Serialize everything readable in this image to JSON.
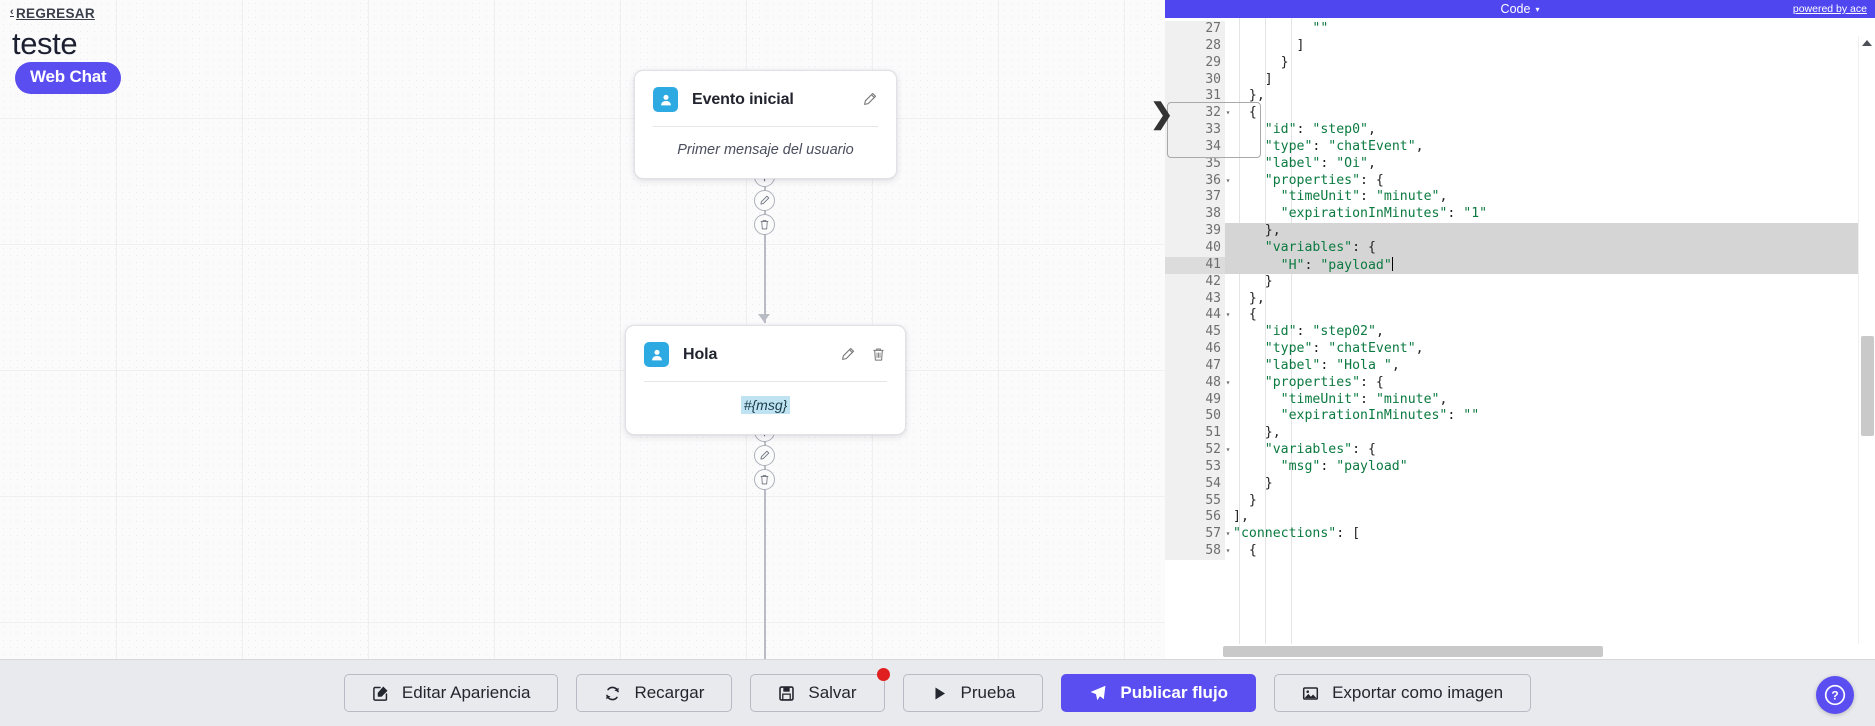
{
  "canvas": {
    "back_link": "REGRESAR",
    "back_caret": "‹",
    "flow_title": "teste",
    "channel_badge": "Web Chat"
  },
  "nodes": [
    {
      "title": "Evento inicial",
      "body": "Primer mensaje del usuario",
      "avatar_icon": "user-icon",
      "actions": [
        "edit-icon"
      ]
    },
    {
      "title": "Hola",
      "body": "#{msg}",
      "avatar_icon": "user-icon",
      "actions": [
        "edit-icon",
        "trash-icon"
      ]
    }
  ],
  "connector_buttons": [
    "plus-icon",
    "pencil-icon",
    "trash-icon"
  ],
  "code_panel": {
    "header_title": "Code",
    "header_caret": "▾",
    "powered_by": "powered by ace",
    "lines": [
      {
        "n": 27,
        "text": "          \"\"",
        "fold": false,
        "sel": false,
        "active": false
      },
      {
        "n": 28,
        "text": "        ]",
        "fold": false,
        "sel": false,
        "active": false
      },
      {
        "n": 29,
        "text": "      }",
        "fold": false,
        "sel": false,
        "active": false
      },
      {
        "n": 30,
        "text": "    ]",
        "fold": false,
        "sel": false,
        "active": false
      },
      {
        "n": 31,
        "text": "  },",
        "fold": false,
        "sel": false,
        "active": false
      },
      {
        "n": 32,
        "text": "  {",
        "fold": true,
        "sel": false,
        "active": false
      },
      {
        "n": 33,
        "text": "    \"id\": \"step0\",",
        "fold": false,
        "sel": false,
        "active": false
      },
      {
        "n": 34,
        "text": "    \"type\": \"chatEvent\",",
        "fold": false,
        "sel": false,
        "active": false
      },
      {
        "n": 35,
        "text": "    \"label\": \"Oi\",",
        "fold": false,
        "sel": false,
        "active": false
      },
      {
        "n": 36,
        "text": "    \"properties\": {",
        "fold": true,
        "sel": false,
        "active": false
      },
      {
        "n": 37,
        "text": "      \"timeUnit\": \"minute\",",
        "fold": false,
        "sel": false,
        "active": false
      },
      {
        "n": 38,
        "text": "      \"expirationInMinutes\": \"1\"",
        "fold": false,
        "sel": false,
        "active": false
      },
      {
        "n": 39,
        "text": "    },",
        "fold": false,
        "sel": true,
        "active": false
      },
      {
        "n": 40,
        "text": "    \"variables\": {",
        "fold": true,
        "sel": true,
        "active": false
      },
      {
        "n": 41,
        "text": "      \"H\": \"payload\"",
        "fold": false,
        "sel": true,
        "active": true,
        "caret": true
      },
      {
        "n": 42,
        "text": "    }",
        "fold": false,
        "sel": false,
        "active": false
      },
      {
        "n": 43,
        "text": "  },",
        "fold": false,
        "sel": false,
        "active": false
      },
      {
        "n": 44,
        "text": "  {",
        "fold": true,
        "sel": false,
        "active": false
      },
      {
        "n": 45,
        "text": "    \"id\": \"step02\",",
        "fold": false,
        "sel": false,
        "active": false
      },
      {
        "n": 46,
        "text": "    \"type\": \"chatEvent\",",
        "fold": false,
        "sel": false,
        "active": false
      },
      {
        "n": 47,
        "text": "    \"label\": \"Hola \",",
        "fold": false,
        "sel": false,
        "active": false
      },
      {
        "n": 48,
        "text": "    \"properties\": {",
        "fold": true,
        "sel": false,
        "active": false
      },
      {
        "n": 49,
        "text": "      \"timeUnit\": \"minute\",",
        "fold": false,
        "sel": false,
        "active": false
      },
      {
        "n": 50,
        "text": "      \"expirationInMinutes\": \"\"",
        "fold": false,
        "sel": false,
        "active": false
      },
      {
        "n": 51,
        "text": "    },",
        "fold": false,
        "sel": false,
        "active": false
      },
      {
        "n": 52,
        "text": "    \"variables\": {",
        "fold": true,
        "sel": false,
        "active": false
      },
      {
        "n": 53,
        "text": "      \"msg\": \"payload\"",
        "fold": false,
        "sel": false,
        "active": false
      },
      {
        "n": 54,
        "text": "    }",
        "fold": false,
        "sel": false,
        "active": false
      },
      {
        "n": 55,
        "text": "  }",
        "fold": false,
        "sel": false,
        "active": false
      },
      {
        "n": 56,
        "text": "],",
        "fold": false,
        "sel": false,
        "active": false
      },
      {
        "n": 57,
        "text": "\"connections\": [",
        "fold": true,
        "sel": false,
        "active": false
      },
      {
        "n": 58,
        "text": "  {",
        "fold": true,
        "sel": false,
        "active": false
      }
    ]
  },
  "toolbar": {
    "buttons": [
      {
        "label": "Editar Apariencia",
        "icon": "edit-square-icon",
        "primary": false,
        "badge": false
      },
      {
        "label": "Recargar",
        "icon": "refresh-icon",
        "primary": false,
        "badge": false
      },
      {
        "label": "Salvar",
        "icon": "save-icon",
        "primary": false,
        "badge": true
      },
      {
        "label": "Prueba",
        "icon": "play-icon",
        "primary": false,
        "badge": false
      },
      {
        "label": "Publicar flujo",
        "icon": "send-icon",
        "primary": true,
        "badge": false
      },
      {
        "label": "Exportar como imagen",
        "icon": "image-icon",
        "primary": false,
        "badge": false
      }
    ],
    "help_label": "?"
  },
  "colors": {
    "brand_purple": "#5b4ef0",
    "editor_header": "#4f46f0",
    "node_avatar_blue": "#2eaae3",
    "badge_red": "#e02020",
    "toolbar_bg": "#e9eaee"
  }
}
